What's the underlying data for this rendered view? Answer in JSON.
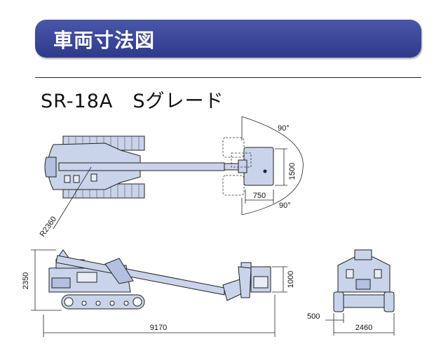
{
  "header": {
    "title": "車両寸法図",
    "banner_color": "#3a4699"
  },
  "model": {
    "title": "SR-18A　Sグレード"
  },
  "dimensions": {
    "angle_top": "90°",
    "angle_bottom": "90°",
    "platform_width": "1500",
    "platform_depth": "750",
    "turn_radius": "R2360",
    "overall_height": "2350",
    "basket_height": "1000",
    "overall_length": "9170",
    "track_width": "500",
    "overall_width": "2460"
  },
  "colors": {
    "machine_fill": "#c9d3ea",
    "machine_stroke": "#222222"
  }
}
